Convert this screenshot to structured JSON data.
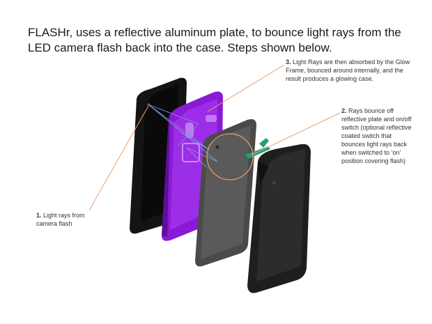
{
  "title": "FLASHr, uses a reflective aluminum plate, to bounce light rays from the LED camera flash back into the case. Steps shown below.",
  "callouts": [
    {
      "number": "1.",
      "text": "Light rays from camera flash"
    },
    {
      "number": "2.",
      "text": "Rays bounce off reflective plate and on/off switch (optional reflective coated switch that bounces light rays back when switched to ‘on’ position covering flash)"
    },
    {
      "number": "3.",
      "text": "Light Rays are then absorbed by the Glow Frame, bounced around internally, and the result produces a glowing case."
    }
  ],
  "colors": {
    "phone": "#111111",
    "glow_frame": "#8a1ad6",
    "plate": "#4a4a4a",
    "switch": "#2a9d78",
    "back_case": "#1e1e1e",
    "leader_line": "#e8a070",
    "rays": "#7a9cd8"
  }
}
